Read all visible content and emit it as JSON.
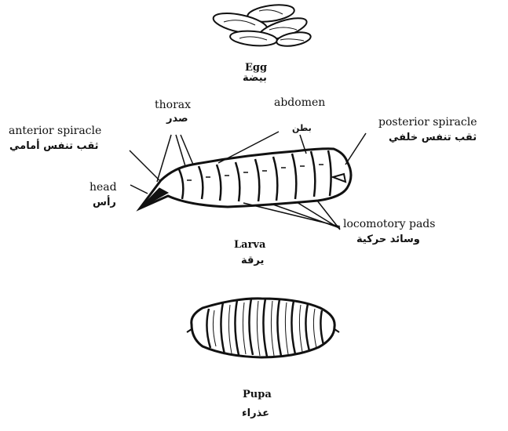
{
  "egg": {
    "name": "Egg",
    "name_ar": "بيضة"
  },
  "larva": {
    "name": "Larva",
    "name_ar": "يرقة"
  },
  "pupa": {
    "name": "Pupa",
    "name_ar": "عذراء"
  },
  "labels": {
    "thorax": {
      "en": "thorax",
      "ar": "صدر"
    },
    "abdomen": {
      "en": "abdomen",
      "ar": "بطن"
    },
    "anterior_spiracle": {
      "en": "anterior spiracle",
      "ar": "ثقب تنفس أمامي"
    },
    "posterior_spiracle": {
      "en": "posterior spiracle",
      "ar": "ثقب تنفس خلفي"
    },
    "head": {
      "en": "head",
      "ar": "رأس"
    },
    "locomotory_pads": {
      "en": "locomotory pads",
      "ar": "وسائد حركية"
    }
  }
}
